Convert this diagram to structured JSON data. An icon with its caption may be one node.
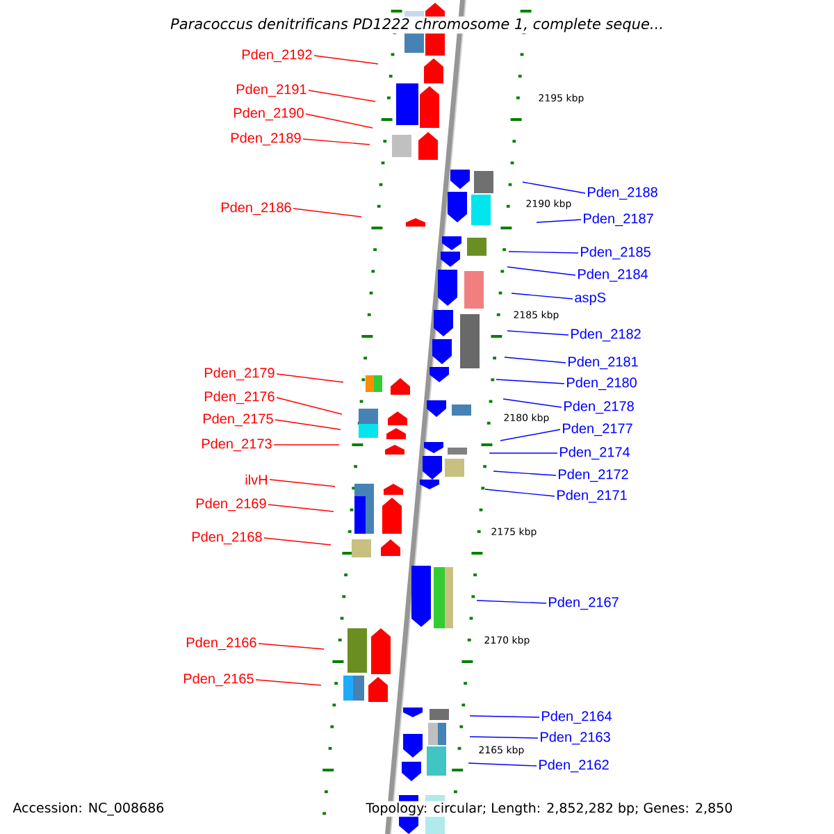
{
  "diagram": {
    "title": "Paracoccus denitrificans PD1222 chromosome 1, complete seque...",
    "nodes": [
      {
        "text": [
          "Pden_2192"
        ]
      },
      {
        "text": [
          "Pden_2191"
        ]
      },
      {
        "text": [
          "Pden_2190"
        ]
      },
      {
        "text": [
          "Pden_2189"
        ]
      },
      {
        "text": [
          "Pden_2186"
        ]
      },
      {
        "text": [
          "Pden_2179"
        ]
      },
      {
        "text": [
          "Pden_2176"
        ]
      },
      {
        "text": [
          "Pden_2175"
        ]
      },
      {
        "text": [
          "Pden_2173"
        ]
      },
      {
        "text": [
          "ilvH"
        ]
      },
      {
        "text": [
          "Pden_2169"
        ]
      },
      {
        "text": [
          "Pden_2168"
        ]
      },
      {
        "text": [
          "Pden_2166"
        ]
      },
      {
        "text": [
          "Pden_2165"
        ]
      },
      {
        "text": [
          "Pden_2188"
        ]
      },
      {
        "text": [
          "Pden_2187"
        ]
      },
      {
        "text": [
          "Pden_2185"
        ]
      },
      {
        "text": [
          "Pden_2184"
        ]
      },
      {
        "text": [
          "aspS"
        ]
      },
      {
        "text": [
          "Pden_2182"
        ]
      },
      {
        "text": [
          "Pden_2181"
        ]
      },
      {
        "text": [
          "Pden_2180"
        ]
      },
      {
        "text": [
          "Pden_2178"
        ]
      },
      {
        "text": [
          "Pden_2177"
        ]
      },
      {
        "text": [
          "Pden_2174"
        ]
      },
      {
        "text": [
          "Pden_2172"
        ]
      },
      {
        "text": [
          "Pden_2171"
        ]
      },
      {
        "text": [
          "Pden_2167"
        ]
      },
      {
        "text": [
          "Pden_2164"
        ]
      },
      {
        "text": [
          "Pden_2163"
        ]
      },
      {
        "text": [
          "Pden_2162"
        ]
      }
    ],
    "edges": [
      {
        "from": 0,
        "to": null,
        "arrow": "none",
        "color": "#ff0000"
      },
      {
        "from": 1,
        "to": null,
        "arrow": "none",
        "color": "#ff0000"
      },
      {
        "from": 2,
        "to": null,
        "arrow": "none",
        "color": "#ff0000"
      },
      {
        "from": 3,
        "to": null,
        "arrow": "none",
        "color": "#ff0000"
      },
      {
        "from": 4,
        "to": null,
        "arrow": "none",
        "color": "#ff0000"
      },
      {
        "from": 5,
        "to": null,
        "arrow": "none",
        "color": "#ff0000"
      },
      {
        "from": 6,
        "to": null,
        "arrow": "none",
        "color": "#ff0000"
      },
      {
        "from": 7,
        "to": null,
        "arrow": "none",
        "color": "#ff0000"
      },
      {
        "from": 8,
        "to": null,
        "arrow": "none",
        "color": "#ff0000"
      },
      {
        "from": 9,
        "to": null,
        "arrow": "none",
        "color": "#ff0000"
      },
      {
        "from": 10,
        "to": null,
        "arrow": "none",
        "color": "#ff0000"
      },
      {
        "from": 11,
        "to": null,
        "arrow": "none",
        "color": "#ff0000"
      },
      {
        "from": 12,
        "to": null,
        "arrow": "none",
        "color": "#ff0000"
      },
      {
        "from": 13,
        "to": null,
        "arrow": "none",
        "color": "#ff0000"
      },
      {
        "from": 14,
        "to": null,
        "arrow": "none"
      },
      {
        "from": 15,
        "to": null,
        "arrow": "none"
      },
      {
        "from": 16,
        "to": null,
        "arrow": "none"
      },
      {
        "from": 17,
        "to": null,
        "arrow": "none"
      },
      {
        "from": 18,
        "to": null,
        "arrow": "none"
      },
      {
        "from": 19,
        "to": null,
        "arrow": "none"
      },
      {
        "from": 20,
        "to": null,
        "arrow": "none"
      },
      {
        "from": 21,
        "to": null,
        "arrow": "none"
      },
      {
        "from": 22,
        "to": null,
        "arrow": "none"
      },
      {
        "from": 23,
        "to": null,
        "arrow": "none"
      },
      {
        "from": 24,
        "to": null,
        "arrow": "none"
      },
      {
        "from": 25,
        "to": null,
        "arrow": "none"
      },
      {
        "from": 26,
        "to": null,
        "arrow": "none"
      },
      {
        "from": 27,
        "to": null,
        "arrow": "none"
      },
      {
        "from": 28,
        "to": null,
        "arrow": "none"
      },
      {
        "from": 29,
        "to": null,
        "arrow": "none"
      },
      {
        "from": 30,
        "to": null,
        "arrow": "none"
      }
    ],
    "labels": [
      "2195 kbp",
      "2190 kbp",
      "2185 kbp",
      "2180 kbp",
      "2175 kbp",
      "2170 kbp",
      "2165 kbp",
      "Accession: NC_008686",
      "Topology: circular; Length: 2,852,282 bp; Genes: 2,850"
    ]
  }
}
